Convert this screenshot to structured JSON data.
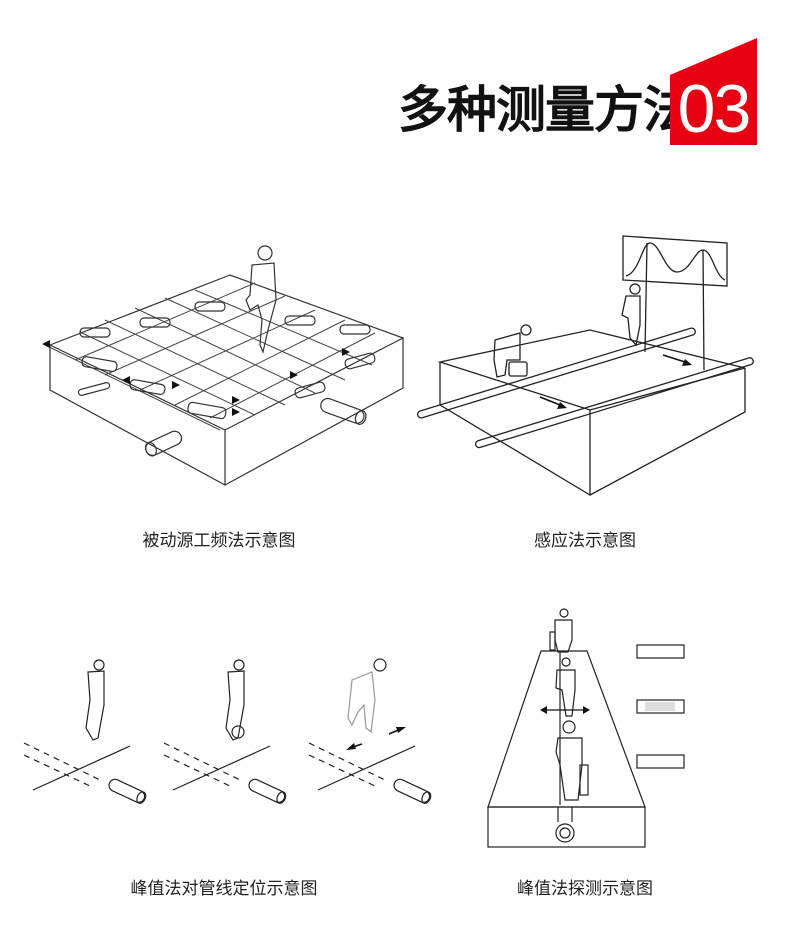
{
  "header": {
    "title": "多种测量方法",
    "badge_number": "03",
    "badge_color": "#e60012"
  },
  "diagrams": [
    {
      "id": "passive-power-frequency",
      "caption": "被动源工频法示意图"
    },
    {
      "id": "induction",
      "caption": "感应法示意图"
    },
    {
      "id": "peak-pipeline-positioning",
      "caption": "峰值法对管线定位示意图"
    },
    {
      "id": "peak-detection",
      "caption": "峰值法探测示意图"
    }
  ]
}
